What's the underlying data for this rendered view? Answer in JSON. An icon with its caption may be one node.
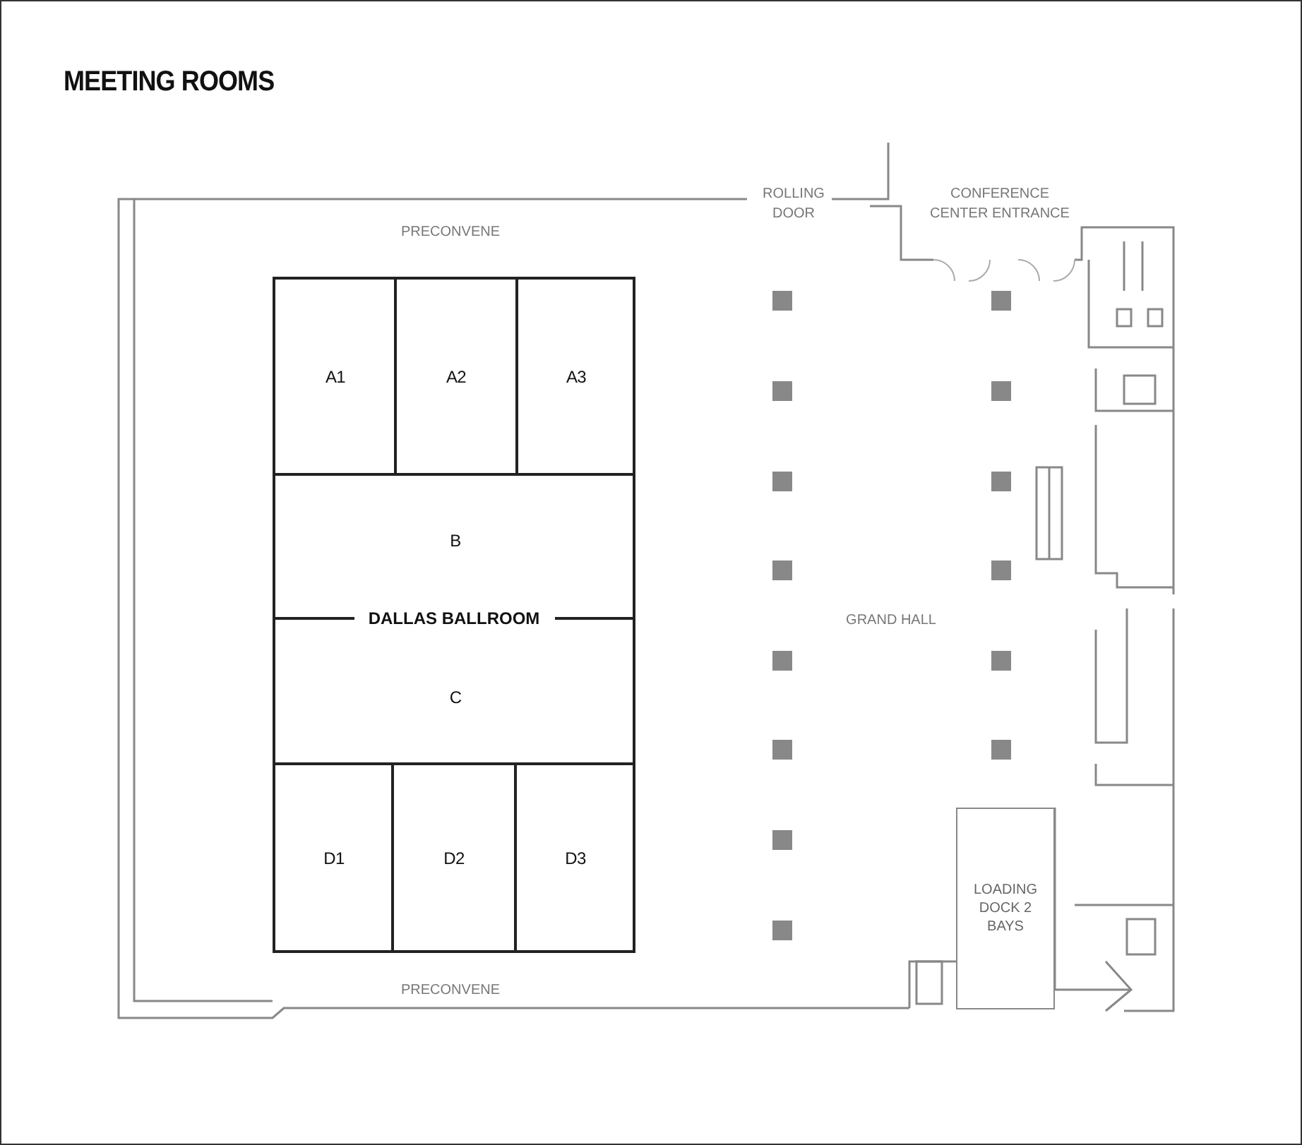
{
  "diagram": {
    "title": "MEETING ROOMS",
    "nodes": [
      {
        "text": [
          "DALLAS BALLROOM"
        ]
      },
      {
        "text": [
          "A1"
        ],
        "in": 0
      },
      {
        "text": [
          "A2"
        ],
        "in": 0
      },
      {
        "text": [
          "A3"
        ],
        "in": 0
      },
      {
        "text": [
          "B"
        ],
        "in": 0
      },
      {
        "text": [
          "C"
        ],
        "in": 0
      },
      {
        "text": [
          "D1"
        ],
        "in": 0
      },
      {
        "text": [
          "D2"
        ],
        "in": 0
      },
      {
        "text": [
          "D3"
        ],
        "in": 0
      },
      {
        "text": [
          "LOADING DOCK 2 BAYS"
        ]
      }
    ],
    "labels": [
      "ROLLING DOOR",
      "CONFERENCE CENTER ENTRANCE",
      "PRECONVENE",
      "GRAND HALL",
      "PRECONVENE"
    ]
  }
}
